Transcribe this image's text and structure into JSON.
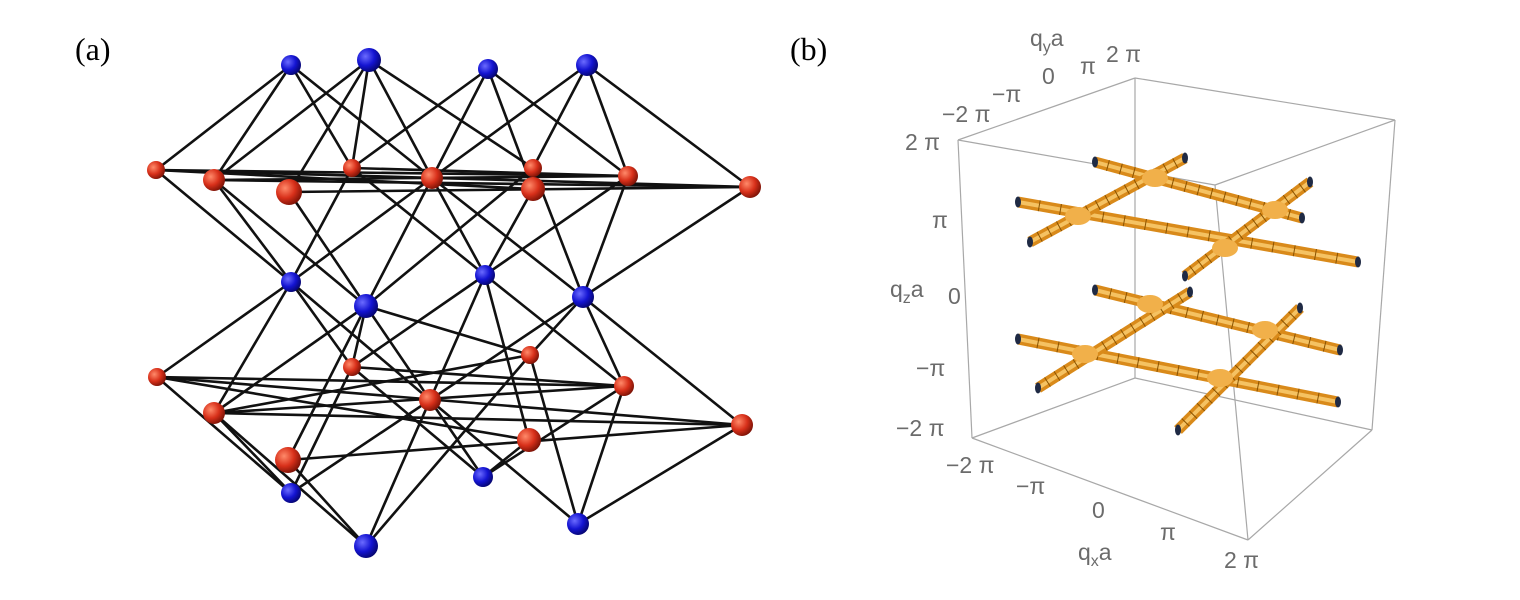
{
  "panels": {
    "a": {
      "label": "(a)"
    },
    "b": {
      "label": "(b)"
    }
  },
  "colors": {
    "site_blue": "#1010c8",
    "site_red": "#d42a10",
    "bond": "#111111",
    "tube": "#e89a2a",
    "box": "#a8a8a8"
  },
  "axes": {
    "qx": {
      "label_base": "q",
      "label_sub": "x",
      "label_tail": "a",
      "ticks": [
        "−2 π",
        "−π",
        "0",
        "π",
        "2 π"
      ]
    },
    "qy": {
      "label_base": "q",
      "label_sub": "y",
      "label_tail": "a",
      "ticks": [
        "−2 π",
        "−π",
        "0",
        "π",
        "2 π"
      ]
    },
    "qz": {
      "label_base": "q",
      "label_sub": "z",
      "label_tail": "a",
      "ticks": [
        "2 π",
        "π",
        "0",
        "−π",
        "−2 π"
      ]
    }
  }
}
